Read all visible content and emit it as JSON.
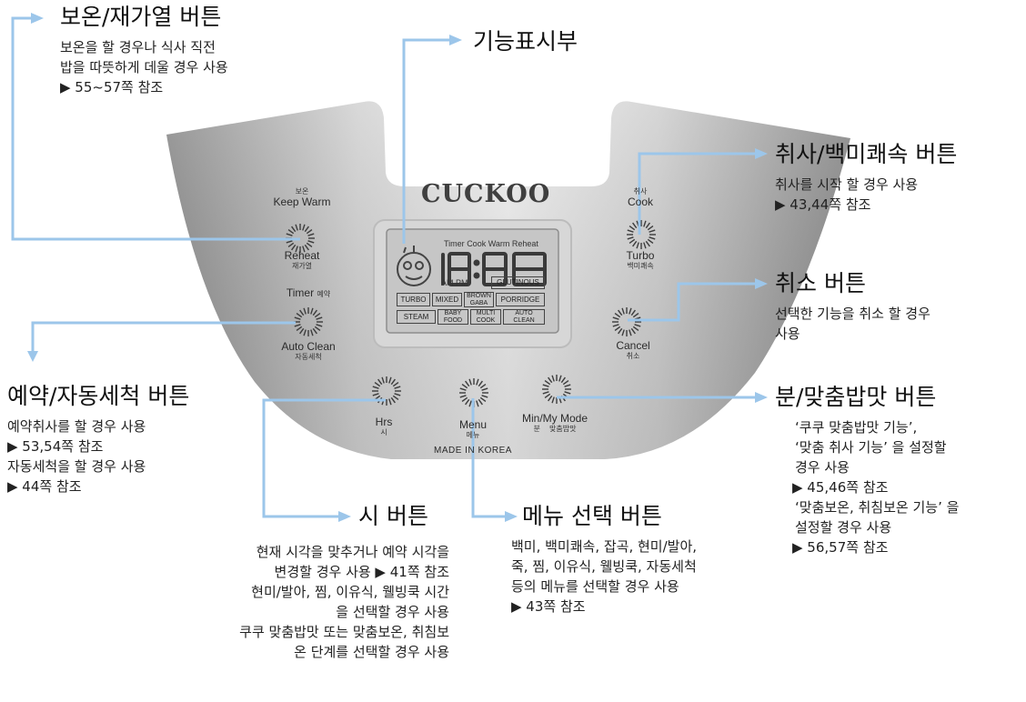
{
  "device": {
    "brand": "CUCKOO",
    "made_in": "MADE IN KOREA"
  },
  "panel_buttons": {
    "keep_warm": {
      "ko_top": "보온",
      "en_top": "Keep Warm",
      "en_bottom": "Reheat",
      "ko_bottom": "재가열"
    },
    "timer": {
      "en_top": "Timer",
      "ko_top": "예약",
      "en_bottom": "Auto Clean",
      "ko_bottom": "자동세척"
    },
    "cook": {
      "ko_top": "취사",
      "en_top": "Cook",
      "en_bottom": "Turbo",
      "ko_bottom": "백미쾌속"
    },
    "cancel": {
      "en": "Cancel",
      "ko": "취소"
    },
    "hrs": {
      "en": "Hrs",
      "ko": "시"
    },
    "menu": {
      "en": "Menu",
      "ko": "메뉴"
    },
    "min": {
      "en": "Min/My Mode",
      "ko_left": "분",
      "ko_right": "맞춤밥맛"
    }
  },
  "display": {
    "top_labels": [
      "Timer",
      "Cook",
      "Warm",
      "Reheat"
    ],
    "digits": "18:88",
    "ampm": "AM PM",
    "menus": [
      "GLUTINOUS",
      "TURBO",
      "MIXED",
      "BROWN GABA",
      "PORRIDGE",
      "STEAM",
      "BABY FOOD",
      "MULTI COOK",
      "AUTO CLEAN"
    ]
  },
  "callouts": {
    "keep_warm": {
      "title": "보온/재가열 버튼",
      "lines": [
        "보온을 할 경우나 식사 직전",
        "밥을 따뜻하게 데울 경우 사용",
        "▶ 55~57쪽 참조"
      ]
    },
    "display": {
      "title": "기능표시부"
    },
    "cook": {
      "title": "취사/백미쾌속 버튼",
      "lines": [
        "취사를 시작 할 경우 사용",
        "▶ 43,44쪽 참조"
      ]
    },
    "cancel": {
      "title": "취소 버튼",
      "lines": [
        "선택한 기능을 취소 할 경우",
        "사용"
      ]
    },
    "timer": {
      "title": "예약/자동세척 버튼",
      "lines": [
        "예약취사를 할 경우 사용",
        "▶ 53,54쪽 참조",
        "자동세척을 할 경우 사용",
        "▶ 44쪽 참조"
      ]
    },
    "min": {
      "title": "분/맞춤밥맛 버튼",
      "lines": [
        "‘쿠쿠 맞춤밥맛 기능’,",
        "‘맞춤 취사 기능’ 을 설정할",
        "경우 사용",
        "▶ 45,46쪽 참조",
        "‘맞춤보온, 취침보온 기능’ 을",
        "설정할 경우 사용",
        "▶ 56,57쪽 참조"
      ]
    },
    "hrs": {
      "title": "시 버튼",
      "lines": [
        "현재 시각을 맞추거나 예약 시각을",
        "변경할 경우 사용 ▶ 41쪽 참조",
        "현미/발아, 찜, 이유식, 웰빙쿡 시간",
        "을 선택할 경우 사용",
        "쿠쿠 맞춤밥맛 또는 맞춤보온, 취침보",
        "온 단계를 선택할 경우 사용"
      ]
    },
    "menu": {
      "title": "메뉴 선택 버튼",
      "lines": [
        "백미, 백미쾌속, 잡곡, 현미/발아,",
        "죽, 찜, 이유식, 웰빙쿡, 자동세척",
        "등의 메뉴를 선택할 경우 사용",
        "▶ 43쪽 참조"
      ]
    }
  },
  "colors": {
    "panel_light": "#e9e9e9",
    "panel_dark": "#8f8f8f",
    "leader": "#8fbfe6",
    "display_bg": "#c7c7c7"
  }
}
